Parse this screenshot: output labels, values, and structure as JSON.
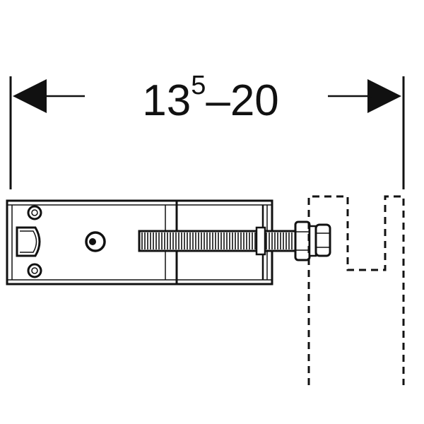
{
  "dimension": {
    "base": "13",
    "superscript": "5",
    "separator": "–",
    "max": "20"
  },
  "colors": {
    "line": "#111111",
    "background": "#ffffff"
  }
}
